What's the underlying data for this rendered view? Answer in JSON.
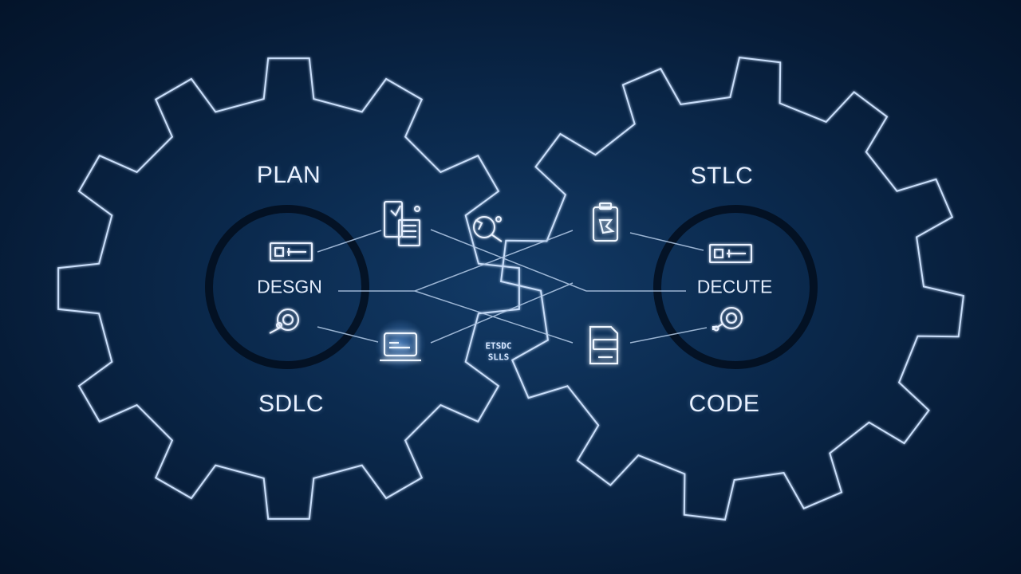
{
  "colors": {
    "outline": "#c9defa",
    "glow": "#9cc6ff",
    "connector": "#b4cbe8",
    "ring": "#020a16"
  },
  "left_gear": {
    "top_label": "PLAN",
    "middle_label": "DESGN",
    "bottom_label": "SDLC",
    "icons": [
      "monitor-icon",
      "magnifier-gear-icon"
    ]
  },
  "right_gear": {
    "top_label": "STLC",
    "middle_label": "DECUTE",
    "bottom_label": "CODE",
    "icons": [
      "monitor-icon",
      "target-gear-icon"
    ]
  },
  "center": {
    "icons": [
      "document-icon",
      "laptop-icon",
      "magnifier-icon",
      "clipboard-icon",
      "file-icon"
    ],
    "code_text_line1": "ETSDC",
    "code_text_line2": "SLLS"
  }
}
